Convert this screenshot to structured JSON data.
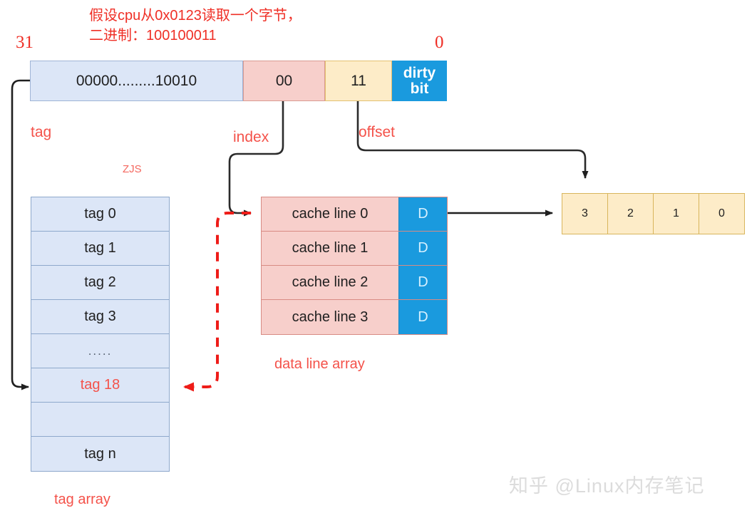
{
  "annotation": {
    "text": "假设cpu从0x0123读取一个字节，\n二进制：100100011"
  },
  "address": {
    "high_bit_label": "31",
    "low_bit_label": "0",
    "segments": [
      {
        "name": "tag",
        "value": "00000.........10010",
        "label": "tag"
      },
      {
        "name": "index",
        "value": "00",
        "label": "index"
      },
      {
        "name": "offset",
        "value": "11",
        "label": "offset"
      },
      {
        "name": "dirty",
        "line1": "dirty",
        "line2": "bit"
      }
    ]
  },
  "tag_array": {
    "watermark_label": "ZJS",
    "caption": "tag array",
    "rows": [
      {
        "label": "tag 0",
        "highlight": false
      },
      {
        "label": "tag 1",
        "highlight": false
      },
      {
        "label": "tag 2",
        "highlight": false
      },
      {
        "label": "tag 3",
        "highlight": false
      },
      {
        "label": ".....",
        "highlight": false
      },
      {
        "label": "tag 18",
        "highlight": true
      },
      {
        "label": "",
        "highlight": false
      },
      {
        "label": "tag n",
        "highlight": false
      }
    ]
  },
  "cache_line_array": {
    "caption": "data line array",
    "rows": [
      {
        "label": "cache line 0",
        "dirty": "D"
      },
      {
        "label": "cache line 1",
        "dirty": "D"
      },
      {
        "label": "cache line 2",
        "dirty": "D"
      },
      {
        "label": "cache line 3",
        "dirty": "D"
      }
    ]
  },
  "byte_array": {
    "cells": [
      "3",
      "2",
      "1",
      "0"
    ]
  },
  "watermark": {
    "text": "知乎 @Linux内存笔记"
  },
  "colors": {
    "tag_blue": "#dce6f7",
    "index_pink": "#f7cfcb",
    "offset_yellow": "#fdecc8",
    "dirty_blue": "#1a9ade",
    "annotation_red": "#ef2f26",
    "label_red": "#f4524a"
  }
}
